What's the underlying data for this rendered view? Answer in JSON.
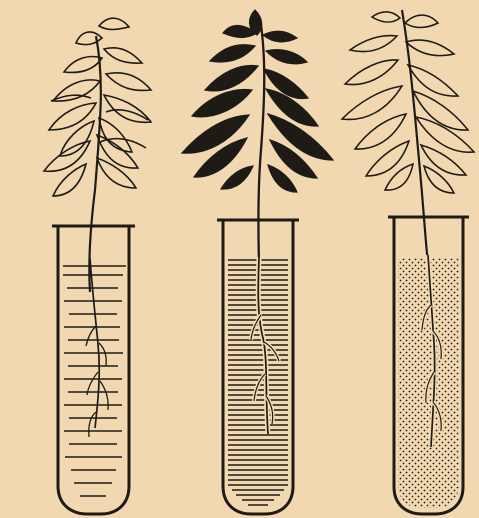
{
  "scene": {
    "background_color": "#f3dab2",
    "ink_color": "#1e1b17",
    "plants": [
      {
        "id": "plant-left",
        "foliage_style": "outline",
        "liquid_pattern": "dashed-lines"
      },
      {
        "id": "plant-middle",
        "foliage_style": "solid-dark",
        "liquid_pattern": "dense-lines"
      },
      {
        "id": "plant-right",
        "foliage_style": "outline",
        "liquid_pattern": "dotted"
      }
    ]
  }
}
